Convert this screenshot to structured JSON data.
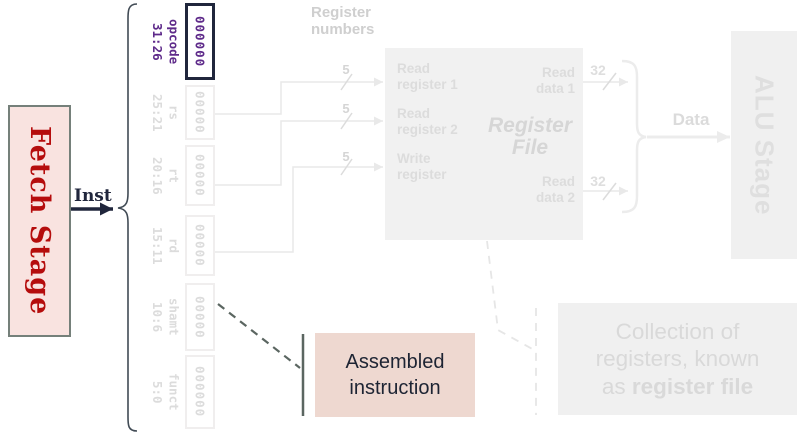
{
  "colors": {
    "canvas_bg": "#ffffff",
    "fetch_fill": "#f9e3e0",
    "fetch_border": "#75807a",
    "fetch_text": "#b50d0d",
    "ink_dark": "#20263c",
    "accent_purple": "#5e2a8a",
    "faded_text": "#dcdcdc",
    "faded_border": "#f0eeee",
    "wire_gray": "#e9e9e9",
    "panel_gray": "#f1f1f1",
    "panel_gray_2": "#f0f0f0",
    "panel_text": "#d9d9d9",
    "label_gray": "#cfcfcf",
    "assembled_fill": "#eed8d0",
    "assembled_text": "#1d2433",
    "callout_dark": "#5b6661",
    "brace_dark": "#414b55"
  },
  "fetch_stage": {
    "label": "Fetch Stage"
  },
  "inst": {
    "label": "Inst"
  },
  "instruction_fields": [
    {
      "name": "opcode",
      "bits": "31:26",
      "value": "000000",
      "highlighted": true
    },
    {
      "name": "rs",
      "bits": "25:21",
      "value": "00000",
      "highlighted": false
    },
    {
      "name": "rt",
      "bits": "20:16",
      "value": "00000",
      "highlighted": false
    },
    {
      "name": "rd",
      "bits": "15:11",
      "value": "00000",
      "highlighted": false
    },
    {
      "name": "shamt",
      "bits": "10:6",
      "value": "00000",
      "highlighted": false
    },
    {
      "name": "funct",
      "bits": "5:0",
      "value": "000000",
      "highlighted": false
    }
  ],
  "register_numbers_label": "Register\nnumbers",
  "bus_widths": {
    "five": "5",
    "thirty_two": "32"
  },
  "register_file": {
    "title": "Register\nFile",
    "read_register_1": "Read\nregister 1",
    "read_register_2": "Read\nregister 2",
    "write_register": "Write\nregister",
    "read_data_1": "Read\ndata 1",
    "read_data_2": "Read\ndata 2"
  },
  "data_label": "Data",
  "alu_stage": {
    "label": "ALU Stage"
  },
  "assembled_callout": {
    "label": "Assembled\ninstruction"
  },
  "collection_callout": {
    "text_regular": "Collection of\nregisters, known\nas ",
    "text_bold": "register file"
  }
}
